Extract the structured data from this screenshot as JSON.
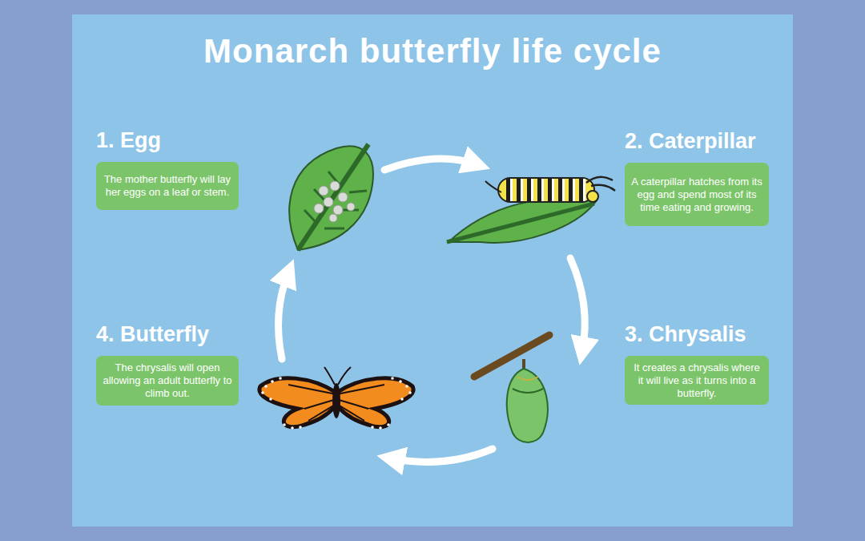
{
  "diagram": {
    "title": "Monarch butterfly life cycle",
    "nodes": [
      {
        "text": [
          "1. Egg",
          "The mother butterfly will lay her eggs on a leaf or stem."
        ]
      },
      {
        "text": [
          "2. Caterpillar",
          "A caterpillar hatches from its egg and spend most of its time eating and growing."
        ]
      },
      {
        "text": [
          "3. Chrysalis",
          "It creates a chrysalis where it will live as it turns into a butterfly."
        ]
      },
      {
        "text": [
          "4. Butterfly",
          "The chrysalis will open allowing an adult butterfly to climb out."
        ]
      }
    ]
  }
}
